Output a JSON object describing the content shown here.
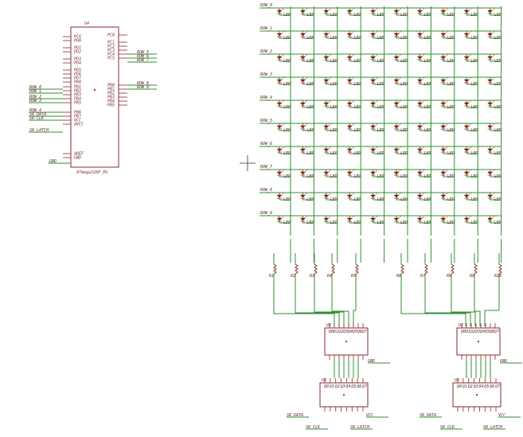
{
  "mcu": {
    "ref": "U4",
    "value": "ATmega328P_PU",
    "left_pins": [
      "PC6",
      "PD0",
      "PD1",
      "PD2",
      "PD3",
      "PD4",
      "PD5",
      "PD6",
      "PD7",
      "PB0",
      "PB1",
      "PB2",
      "PB3",
      "PB4",
      "PB5",
      "PB6",
      "PB7",
      "VCC",
      "AVCC",
      "AREF",
      "GND"
    ],
    "right_pins": [
      "PC0",
      "PC1",
      "PC2",
      "PC3",
      "PC4",
      "PC5",
      "PB0",
      "PB1",
      "PB2",
      "PB3",
      "PB4",
      "PB5"
    ],
    "left_nets": [
      "ROW_0",
      "ROW_1",
      "ROW_2",
      "ROW_3",
      "ROW_4",
      "SR_DATA",
      "SR_CLK",
      "SR_LATCH",
      "GND"
    ],
    "right_nets": [
      "ROW_5",
      "ROW_6",
      "ROW_7",
      "ROW_8",
      "ROW_9"
    ]
  },
  "matrix": {
    "rows": [
      "ROW_0",
      "ROW_1",
      "ROW_2",
      "ROW_3",
      "ROW_4",
      "ROW_5",
      "ROW_6",
      "ROW_7",
      "ROW_8",
      "ROW_9"
    ],
    "columns": 10,
    "led_color": "#b01010"
  },
  "resistors": [
    "R1",
    "R2",
    "R3",
    "R4",
    "R5",
    "R6",
    "R7",
    "R8",
    "R9",
    "R10"
  ],
  "drivers": {
    "upper": [
      "U1",
      "U2"
    ],
    "lower": [
      "U3",
      "U5"
    ],
    "nets": [
      "SR_DATA",
      "SR_CLK",
      "SR_LATCH",
      "GND",
      "VCC"
    ]
  },
  "colors": {
    "wire": "#2f8f2f",
    "component": "#8a2a2a",
    "led": "#b01010"
  }
}
